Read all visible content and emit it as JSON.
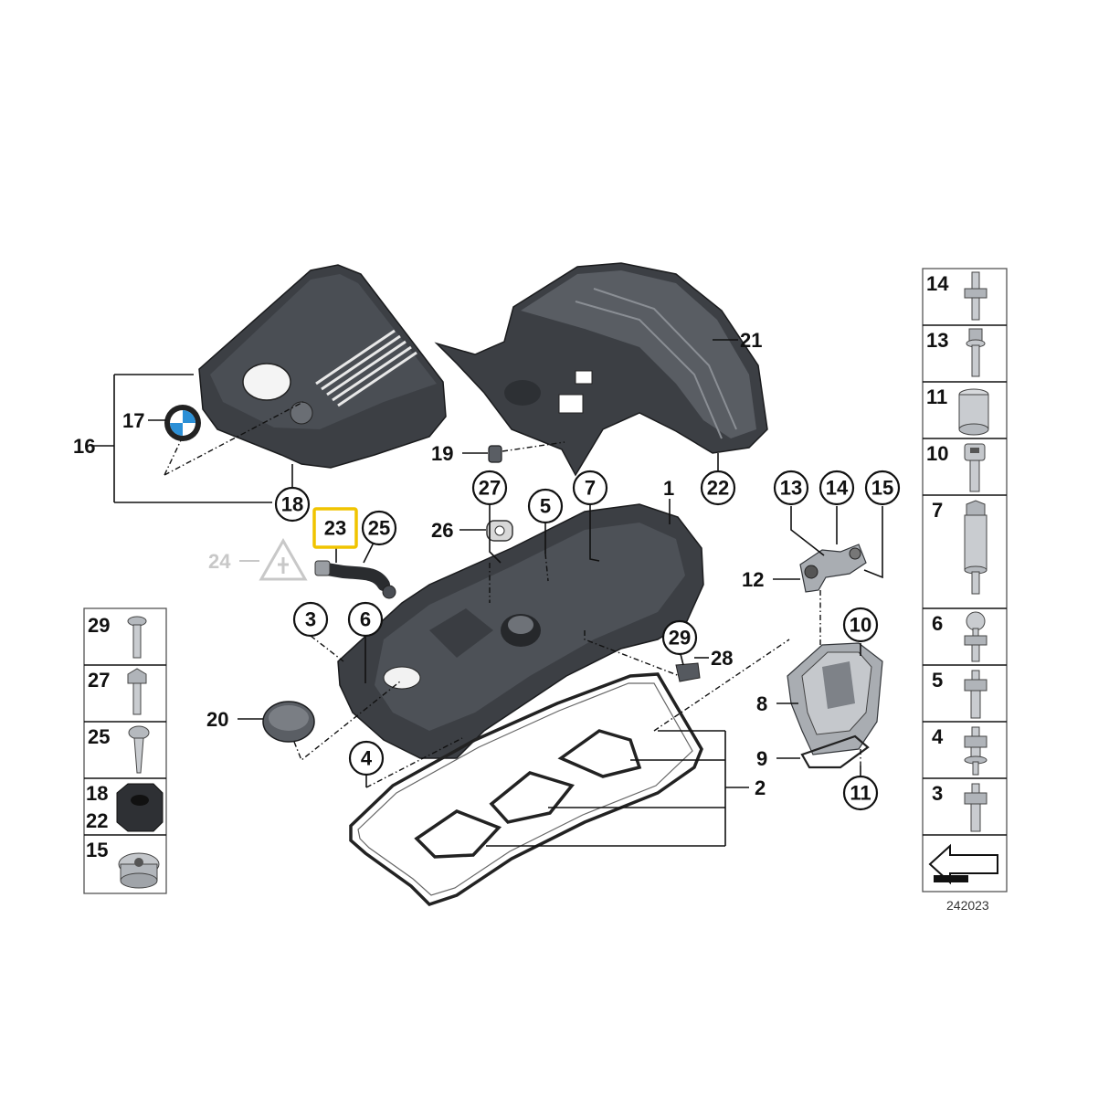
{
  "diagram": {
    "callouts": {
      "c1": "1",
      "c2": "2",
      "c3": "3",
      "c4": "4",
      "c5": "5",
      "c6": "6",
      "c7": "7",
      "c8": "8",
      "c9": "9",
      "c10": "10",
      "c11": "11",
      "c12": "12",
      "c13": "13",
      "c14": "14",
      "c15": "15",
      "c16": "16",
      "c17": "17",
      "c18": "18",
      "c19": "19",
      "c20": "20",
      "c21": "21",
      "c22": "22",
      "c23": "23",
      "c24": "24",
      "c25": "25",
      "c26": "26",
      "c27": "27",
      "c28": "28",
      "c29": "29"
    },
    "highlighted_part": "23",
    "highlight_color": "#f0c400",
    "greyed_part": "24",
    "left_table": {
      "rows": [
        "29",
        "27",
        "25",
        "18",
        "22",
        "15"
      ]
    },
    "right_table": {
      "rows": [
        "14",
        "13",
        "11",
        "10",
        "7",
        "6",
        "5",
        "4",
        "3"
      ]
    },
    "reference_number": "242023",
    "icons": [
      "bmw-emblem-icon",
      "electrical-warning-icon",
      "direction-arrow-icon"
    ]
  }
}
